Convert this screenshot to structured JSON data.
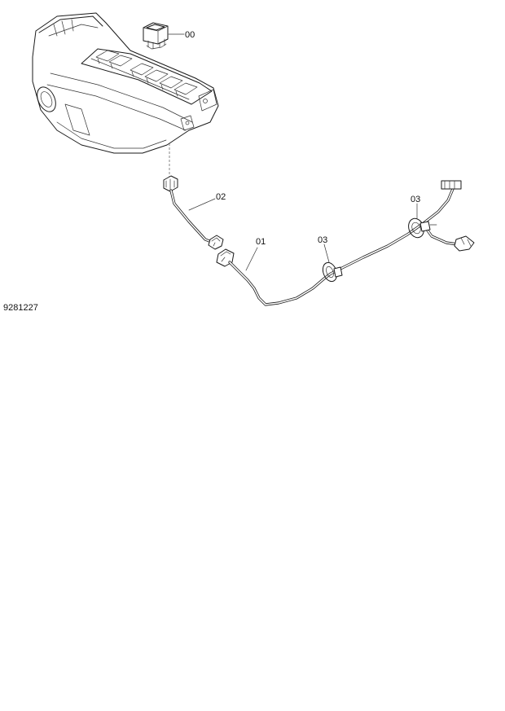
{
  "callouts": {
    "c00": "00",
    "c02": "02",
    "c01": "01",
    "c03a": "03",
    "c03b": "03"
  },
  "reference_number": "9281227"
}
